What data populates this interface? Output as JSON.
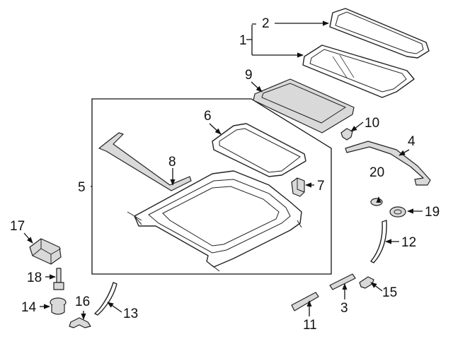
{
  "callouts": {
    "c1": "1",
    "c2": "2",
    "c3": "3",
    "c4": "4",
    "c5": "5",
    "c6": "6",
    "c7": "7",
    "c8": "8",
    "c9": "9",
    "c10": "10",
    "c11": "11",
    "c12": "12",
    "c13": "13",
    "c14": "14",
    "c15": "15",
    "c16": "16",
    "c17": "17",
    "c18": "18",
    "c19": "19",
    "c20": "20"
  },
  "colors": {
    "line": "#111111",
    "part_fill": "#d9d9d9",
    "background": "#ffffff"
  }
}
